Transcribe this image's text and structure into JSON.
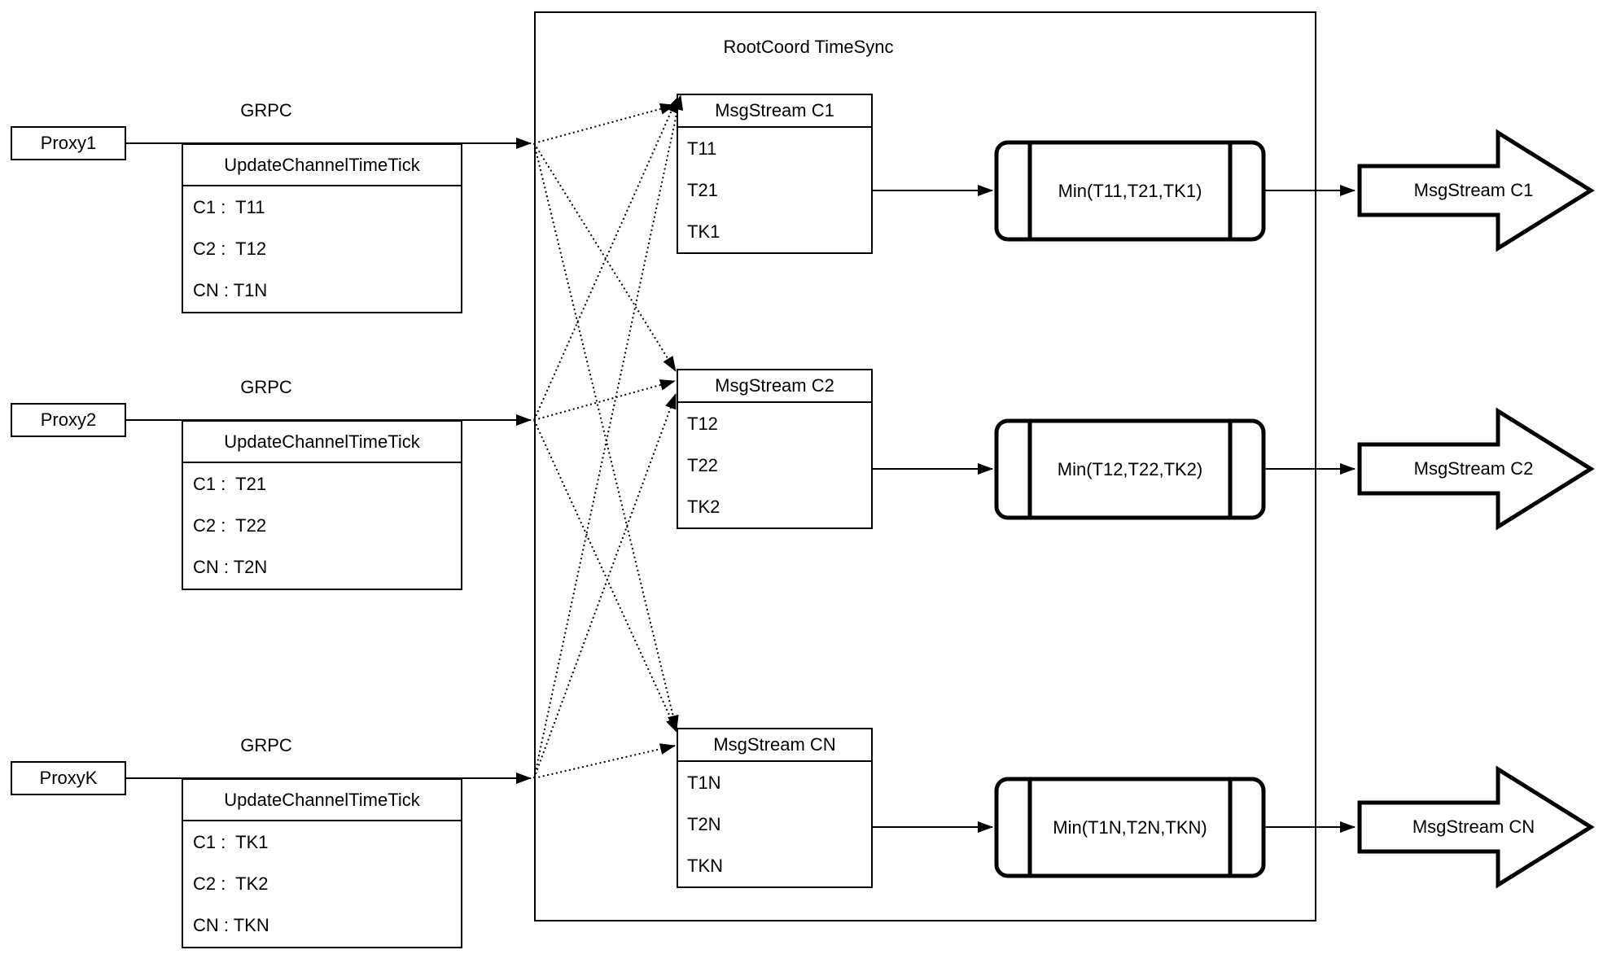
{
  "diagram": {
    "container_title": "RootCoord TimeSync",
    "rows": [
      {
        "proxy_label": "Proxy1",
        "grpc_label": "GRPC",
        "timetick": {
          "header": "UpdateChannelTimeTick",
          "entries": [
            "C1 :  T11",
            "C2 :  T12",
            "CN : T1N"
          ]
        },
        "msgstream": {
          "header": "MsgStream C1",
          "entries": [
            "T11",
            "T21",
            "TK1"
          ]
        },
        "min_label": "Min(T11,T21,TK1)",
        "out_label": "MsgStream C1"
      },
      {
        "proxy_label": "Proxy2",
        "grpc_label": "GRPC",
        "timetick": {
          "header": "UpdateChannelTimeTick",
          "entries": [
            "C1 :  T21",
            "C2 :  T22",
            "CN : T2N"
          ]
        },
        "msgstream": {
          "header": "MsgStream C2",
          "entries": [
            "T12",
            "T22",
            "TK2"
          ]
        },
        "min_label": "Min(T12,T22,TK2)",
        "out_label": "MsgStream C2"
      },
      {
        "proxy_label": "ProxyK",
        "grpc_label": "GRPC",
        "timetick": {
          "header": "UpdateChannelTimeTick",
          "entries": [
            "C1 :  TK1",
            "C2 :  TK2",
            "CN : TKN"
          ]
        },
        "msgstream": {
          "header": "MsgStream CN",
          "entries": [
            "T1N",
            "T2N",
            "TKN"
          ]
        },
        "min_label": "Min(T1N,T2N,TKN)",
        "out_label": "MsgStream CN"
      }
    ]
  }
}
